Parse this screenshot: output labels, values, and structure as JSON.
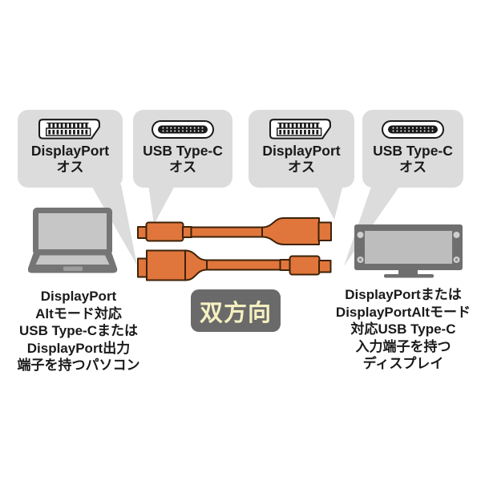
{
  "colors": {
    "bubble_background": "#dcdcdc",
    "cable_orange": "#e0763c",
    "cable_outline": "#3d2209",
    "device_gray": "#757575",
    "monitor_gray": "#6f6f6f",
    "screen_gray": "#c6c6c6",
    "badge_background": "#6a6a6a",
    "badge_text": "#f5f1c1",
    "text": "#1a1a1a"
  },
  "callouts": [
    {
      "icon": "displayport-connector-icon",
      "name": "DisplayPort",
      "gender": "オス"
    },
    {
      "icon": "usb-type-c-connector-icon",
      "name": "USB Type-C",
      "gender": "オス"
    },
    {
      "icon": "displayport-connector-icon",
      "name": "DisplayPort",
      "gender": "オス"
    },
    {
      "icon": "usb-type-c-connector-icon",
      "name": "USB Type-C",
      "gender": "オス"
    }
  ],
  "badge": {
    "label": "双方向"
  },
  "left_caption": {
    "lines": [
      "DisplayPort",
      "Altモード対応",
      "USB Type-Cまたは",
      "DisplayPort出力",
      "端子を持つパソコン"
    ]
  },
  "right_caption": {
    "lines": [
      "DisplayPortまたは",
      "DisplayPortAltモード",
      "対応USB Type-C",
      "入力端子を持つ",
      "ディスプレイ"
    ]
  },
  "illustrations": {
    "left": "laptop-illustration",
    "middle": "usb-c-displayport-cables-illustration",
    "right": "monitor-illustration"
  }
}
